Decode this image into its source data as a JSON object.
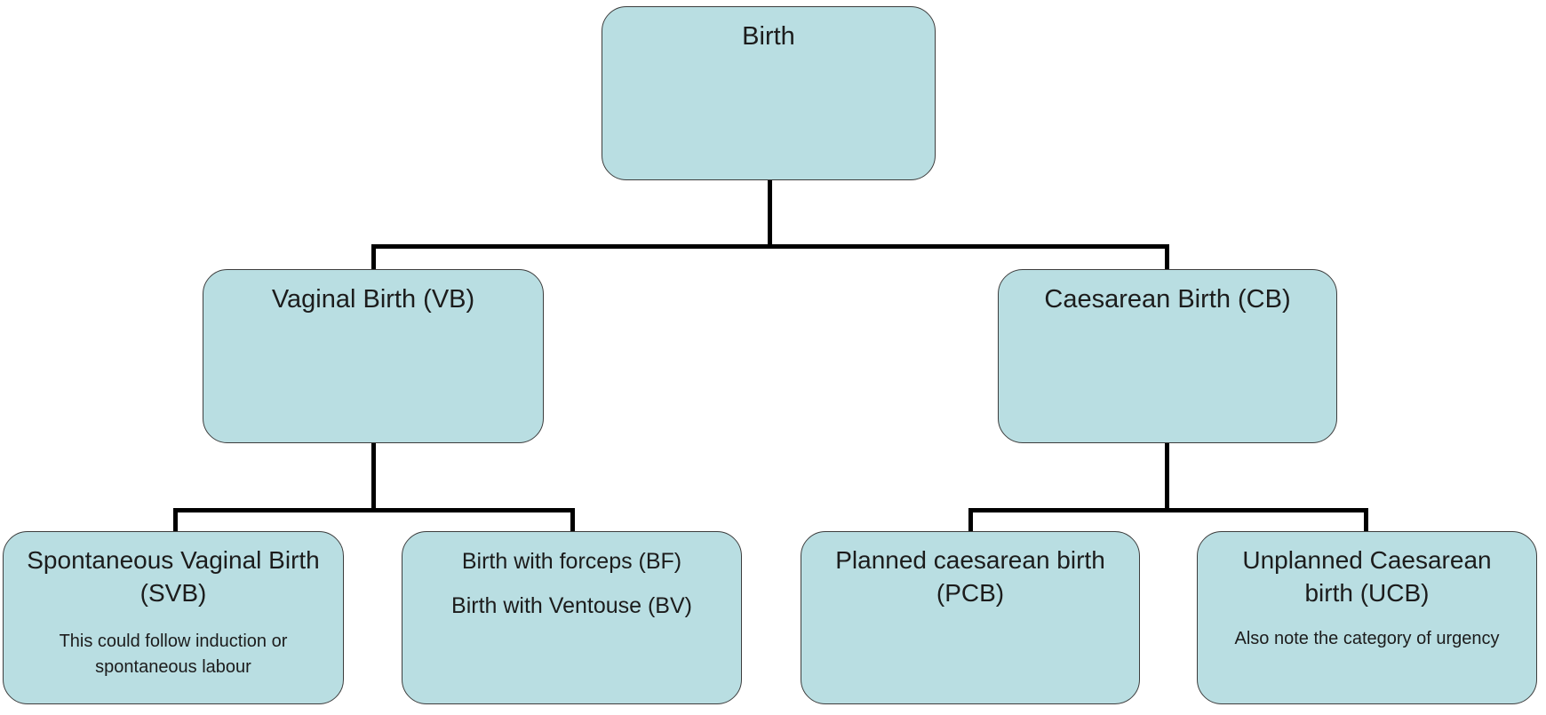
{
  "colors": {
    "node_fill": "#b9dee2",
    "node_border": "#3d3d3d",
    "connector": "#000000",
    "text": "#1c1c1c",
    "background": "#ffffff"
  },
  "nodes": {
    "birth": {
      "title": "Birth"
    },
    "vb": {
      "title": "Vaginal Birth (VB)"
    },
    "cb": {
      "title": "Caesarean Birth (CB)"
    },
    "svb": {
      "title": "Spontaneous Vaginal Birth (SVB)",
      "note": "This could follow induction or spontaneous labour"
    },
    "bfbv": {
      "line1": "Birth with forceps (BF)",
      "line2": "Birth with Ventouse (BV)"
    },
    "pcb": {
      "title": "Planned caesarean birth (PCB)"
    },
    "ucb": {
      "title": "Unplanned Caesarean birth (UCB)",
      "note": "Also note the category of urgency"
    }
  },
  "edges": [
    {
      "from": "birth",
      "to": "vb"
    },
    {
      "from": "birth",
      "to": "cb"
    },
    {
      "from": "vb",
      "to": "svb"
    },
    {
      "from": "vb",
      "to": "bfbv"
    },
    {
      "from": "cb",
      "to": "pcb"
    },
    {
      "from": "cb",
      "to": "ucb"
    }
  ]
}
